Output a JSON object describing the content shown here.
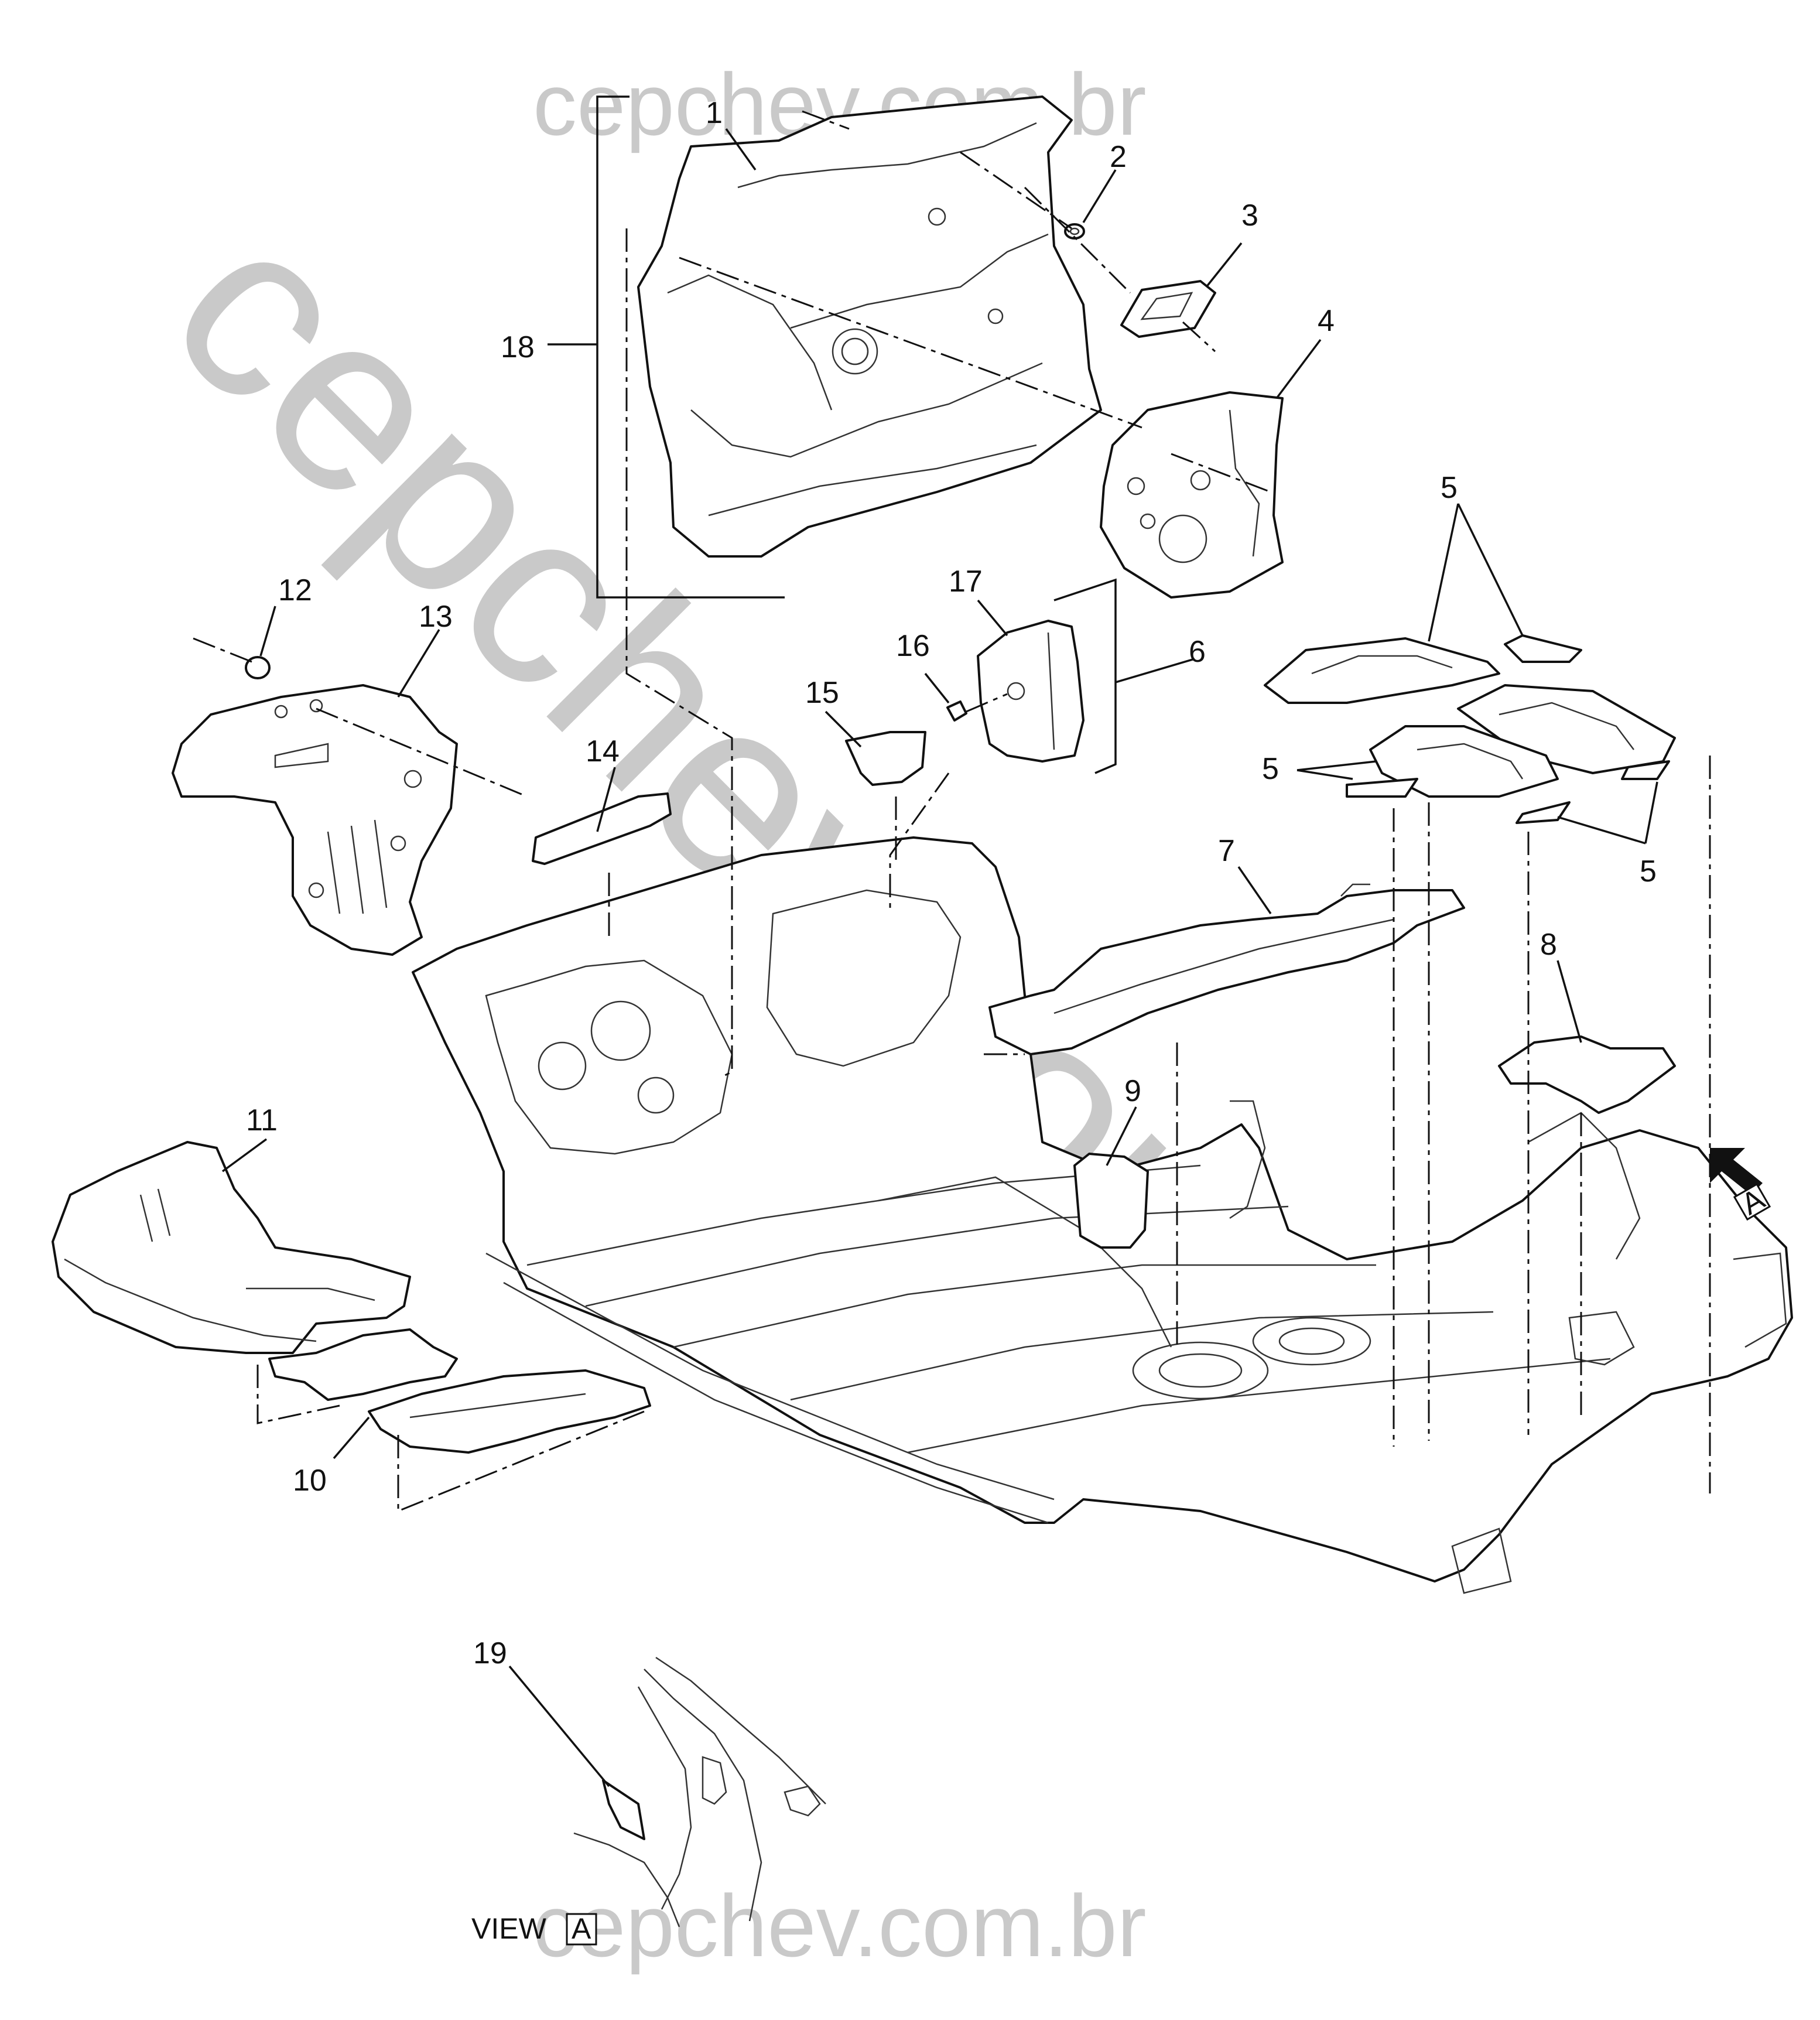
{
  "watermark": {
    "top_text": "cepchev.com.br",
    "bottom_text": "cepchev.com.br",
    "diagonal_text": "cepchev.com.br"
  },
  "view_label": {
    "prefix": "VIEW",
    "letter": "A"
  },
  "view_arrow_letter": "A",
  "callouts": {
    "c1": "1",
    "c2": "2",
    "c3": "3",
    "c4": "4",
    "c5a": "5",
    "c5b": "5",
    "c5c": "5",
    "c6": "6",
    "c7": "7",
    "c8": "8",
    "c9": "9",
    "c10": "10",
    "c11": "11",
    "c12": "12",
    "c13": "13",
    "c14": "14",
    "c15": "15",
    "c16": "16",
    "c17": "17",
    "c18": "18",
    "c19": "19"
  },
  "colors": {
    "line": "#111111",
    "watermark": "#c9c9c9",
    "background": "#ffffff"
  }
}
